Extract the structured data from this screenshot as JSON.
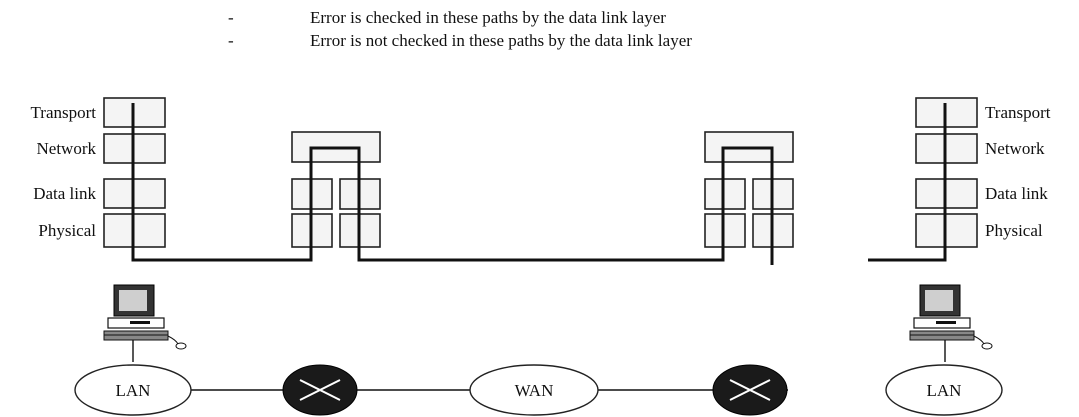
{
  "legend": {
    "checked": {
      "marker": "-",
      "text": "Error is checked in these paths by the data link layer"
    },
    "unchecked": {
      "marker": "-",
      "text": "Error is not checked in these paths by the data link layer"
    }
  },
  "layers": {
    "transport": "Transport",
    "network": "Network",
    "datalink": "Data link",
    "physical": "Physical"
  },
  "networks": {
    "lan_left": "LAN",
    "wan": "WAN",
    "lan_right": "LAN"
  }
}
